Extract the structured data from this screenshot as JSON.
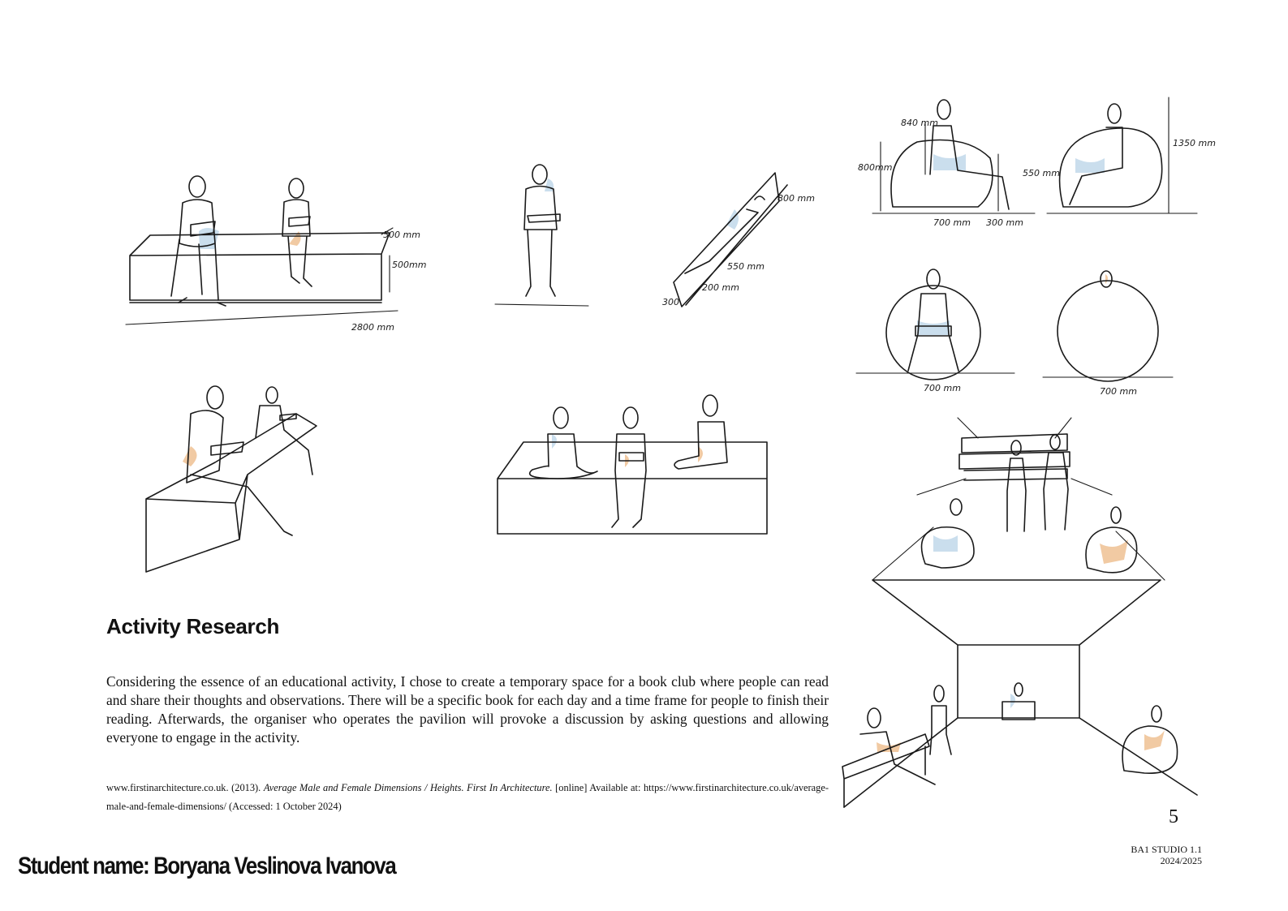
{
  "document": {
    "title": "Activity Research",
    "body": "Considering the essence of an educational activity, I chose to create a temporary space for a book club where people can read and share their thoughts and observations. There will be a specific book for each day and a time frame for people to finish their reading. Afterwards, the organiser who operates the pavilion will provoke a discussion by asking questions and allowing everyone to engage in the activity.",
    "reference": {
      "author": "www.firstinarchitecture.co.uk. (2013).",
      "work_title": "Average Male and Female Dimensions / Heights. First In Architecture.",
      "details": "[online] Available at: https://www.firstinarchitecture.co.uk/average-male-and-female-dimensions/ (Accessed: 1 October 2024)"
    },
    "page_number": "5",
    "studio_line1": "BA1 STUDIO 1.1",
    "studio_line2": "2024/2025",
    "student_name": "Student name: Boryana Veslinova Ivanova"
  },
  "sketches": {
    "bench_dimensions": {
      "depth": "500 mm",
      "height": "500mm",
      "length": "2800 mm"
    },
    "beanbag_dimensions": {
      "top": "840 mm",
      "seat_height": "800mm",
      "side": "550 mm",
      "overall": "1350 mm",
      "width": "700 mm",
      "extension": "300 mm",
      "front_width": "700 mm",
      "back_width": "700 mm"
    },
    "lounger_dimensions": {
      "a": "800 mm",
      "b": "550 mm",
      "c": "200 mm",
      "d": "300"
    }
  }
}
